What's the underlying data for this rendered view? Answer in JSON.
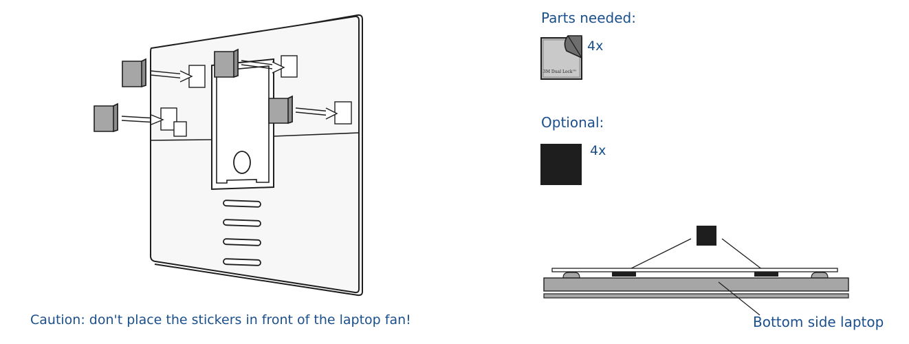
{
  "caution_text": "Caution: don't place the stickers in front of the laptop fan!",
  "parts_needed": {
    "heading": "Parts needed:",
    "quantity": "4x",
    "sticker_brand": "3M Dual Lock™"
  },
  "optional": {
    "heading": "Optional:",
    "quantity": "4x"
  },
  "side_view": {
    "caption": "Bottom side laptop"
  },
  "colors": {
    "label_blue": "#1a4f8c",
    "outline": "#1e1e1e",
    "sticker_gray": "#a6a6a6",
    "pad_black": "#1e1e1e",
    "panel_white": "#f7f7f7"
  }
}
